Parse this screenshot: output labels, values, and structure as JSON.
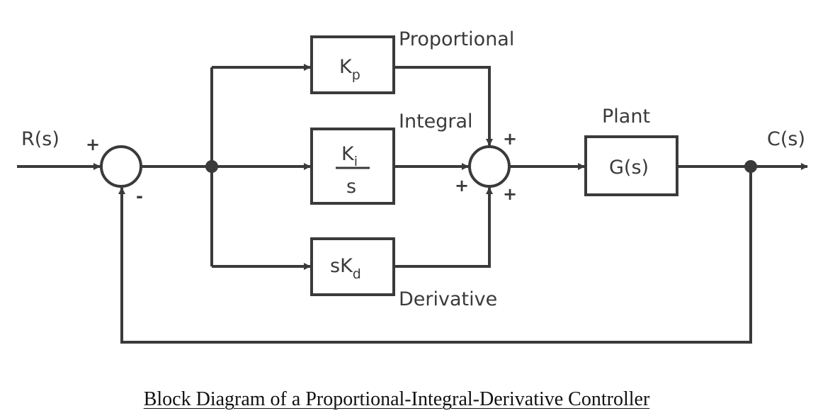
{
  "signals": {
    "input": "R(s)",
    "output": "C(s)"
  },
  "blocks": {
    "proportional": {
      "label": "Proportional",
      "main": "K",
      "sub": "p"
    },
    "integral": {
      "label": "Integral",
      "num_main": "K",
      "num_sub": "i",
      "den": "s"
    },
    "derivative": {
      "label": "Derivative",
      "pre": "sK",
      "sub": "d"
    },
    "plant": {
      "label": "Plant",
      "tf": "G(s)"
    }
  },
  "signs": {
    "sum1_plus": "+",
    "sum1_minus": "-",
    "sum2_top": "+",
    "sum2_left": "+",
    "sum2_bottom": "+"
  },
  "caption": "Block Diagram of a Proportional-Integral-Derivative Controller",
  "colors": {
    "line": "#3a3a3a"
  }
}
